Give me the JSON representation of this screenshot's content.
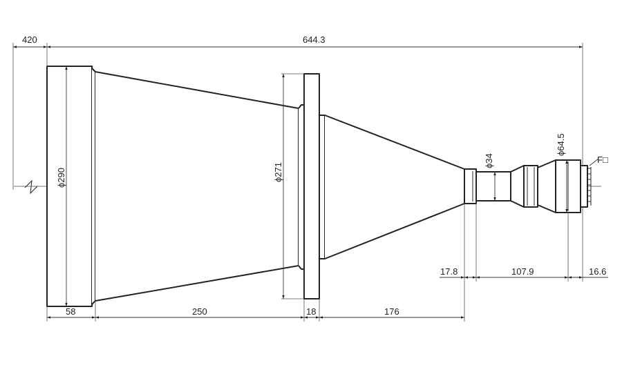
{
  "dimensions": {
    "working_distance": "420",
    "overall_length": "644.3",
    "front_diameter": "ϕ290",
    "flange_diameter": "ϕ271",
    "neck_diameter": "ϕ34",
    "rear_diameter": "ϕ64.5",
    "mount": "F□",
    "seg_front_barrel": "58",
    "seg_front_cone": "250",
    "seg_flange": "18",
    "seg_rear_cone": "176",
    "seg_neck": "17.8",
    "seg_rear_body": "107.9",
    "seg_mount": "16.6"
  }
}
